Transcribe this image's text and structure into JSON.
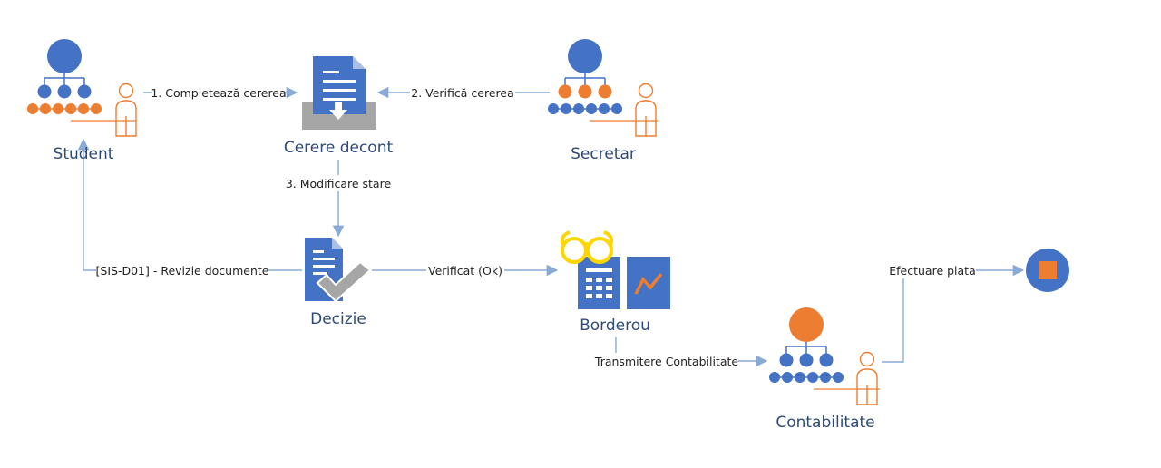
{
  "colors": {
    "blue": "#4472c4",
    "orange": "#ed7d31",
    "edge": "#8aaad6",
    "label": "#2e4b7a",
    "gray": "#a6a6a6",
    "yellow": "#ffd500"
  },
  "nodes": {
    "student": {
      "label": "Student",
      "icon": "org-chart-user-icon"
    },
    "cerere": {
      "label": "Cerere decont",
      "icon": "document-inbox-icon"
    },
    "secretar": {
      "label": "Secretar",
      "icon": "org-chart-user-icon"
    },
    "decizie": {
      "label": "Decizie",
      "icon": "document-check-icon"
    },
    "borderou": {
      "label": "Borderou",
      "icon": "spreadsheet-glasses-icon"
    },
    "contabilitate": {
      "label": "Contabilitate",
      "icon": "org-chart-user-icon"
    },
    "end": {
      "label": "",
      "icon": "stop-circle-icon"
    }
  },
  "edges": {
    "e1": "1. Completează cererea",
    "e2": "2. Verifică cererea",
    "e3": "3. Modificare stare",
    "e4": "[SIS-D01] - Revizie documente",
    "e5": "Verificat (Ok)",
    "e6": "Transmitere Contabilitate",
    "e7": "Efectuare plata"
  }
}
